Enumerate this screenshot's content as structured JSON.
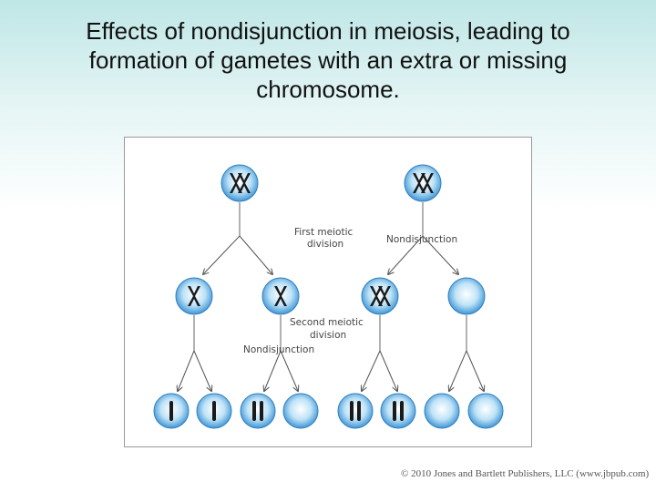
{
  "title": "Effects of nondisjunction in meiosis, leading to formation of gametes with an extra or missing chromosome.",
  "figure": {
    "label_first_meiotic": [
      "First meiotic",
      "division"
    ],
    "label_nondisjunction_top": "Nondisjunction",
    "label_second_meiotic": [
      "Second meiotic",
      "division"
    ],
    "label_nondisjunction_mid": "Nondisjunction"
  },
  "copyright": "© 2010 Jones and Bartlett Publishers, LLC (www.jbpub.com)",
  "colors": {
    "cell_fill": "#bfe3f7",
    "cell_edge": "#2f7fc0",
    "chromosome": "#1a1a1a",
    "arrow": "#555555"
  }
}
